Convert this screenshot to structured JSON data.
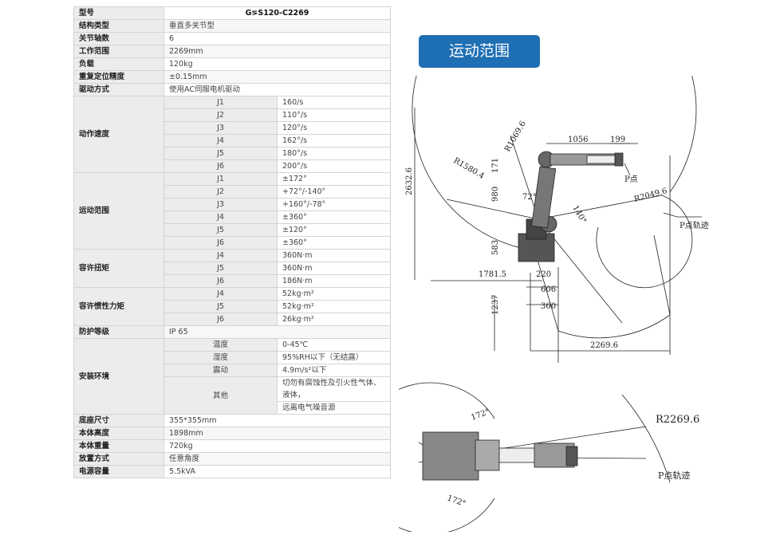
{
  "specs": {
    "rows": [
      {
        "label": "型号",
        "value": "G⋝S120-C2269",
        "header": true
      },
      {
        "label": "结构类型",
        "value": "垂直多关节型"
      },
      {
        "label": "关节轴数",
        "value": "6"
      },
      {
        "label": "工作范围",
        "value": "2269mm"
      },
      {
        "label": "负载",
        "value": "120kg"
      },
      {
        "label": "重复定位精度",
        "value": "±0.15mm"
      },
      {
        "label": "驱动方式",
        "value": "使用AC伺服电机驱动"
      }
    ],
    "speed": {
      "label": "动作速度",
      "sub": [
        "J1",
        "J2",
        "J3",
        "J4",
        "J5",
        "J6"
      ],
      "values": [
        "160/s",
        "110°/s",
        "120°/s",
        "162°/s",
        "180°/s",
        "200°/s"
      ]
    },
    "range": {
      "label": "运动范围",
      "sub": [
        "J1",
        "J2",
        "J3",
        "J4",
        "J5",
        "J6"
      ],
      "values": [
        "±172°",
        "+72°/-140°",
        "+160°/-78°",
        "±360°",
        "±120°",
        "±360°"
      ]
    },
    "torque": {
      "label": "容许扭矩",
      "sub": [
        "J4",
        "J5",
        "J6"
      ],
      "values": [
        "360N·m",
        "360N·m",
        "186N·m"
      ]
    },
    "inertia": {
      "label": "容许惯性力矩",
      "sub": [
        "J4",
        "J5",
        "J6"
      ],
      "values": [
        "52kg·m²",
        "52kg·m²",
        "26kg·m²"
      ]
    },
    "protect": {
      "label": "防护等级",
      "value": "IP 65"
    },
    "env": {
      "label": "安装环境",
      "sub": [
        "温度",
        "湿度",
        "震动",
        "其他"
      ],
      "values": [
        "0-45℃",
        "95%RH以下（无结露）",
        "4.9m/s²以下",
        "切勿有腐蚀性及引火性气体、液体，",
        "远离电气噪音源"
      ]
    },
    "tail": [
      {
        "label": "底座尺寸",
        "value": "355*355mm"
      },
      {
        "label": "本体高度",
        "value": "1898mm"
      },
      {
        "label": "本体重量",
        "value": "720kg"
      },
      {
        "label": "放置方式",
        "value": "任意角度"
      },
      {
        "label": "电源容量",
        "value": "5.5kVA"
      }
    ]
  },
  "diagram": {
    "title": "运动范围",
    "side_labels": {
      "r1069": "R1069.6",
      "r1580": "R1580.4",
      "r2049": "R2049.6",
      "d1056": "1056",
      "d199": "199",
      "p_point": "P点",
      "d2632": "2632.6",
      "d171": "171",
      "d980": "980",
      "a72": "72°",
      "a140": "140°",
      "d583": "583",
      "d1781": "1781.5",
      "d220": "220",
      "d606": "606",
      "d360": "360",
      "d1237": "1237",
      "d2269": "2269.6",
      "p_track": "P点轨迹"
    },
    "top_labels": {
      "a172a": "172°",
      "a172b": "172°",
      "r2269": "R2269.6",
      "p_track": "P点轨迹"
    }
  }
}
